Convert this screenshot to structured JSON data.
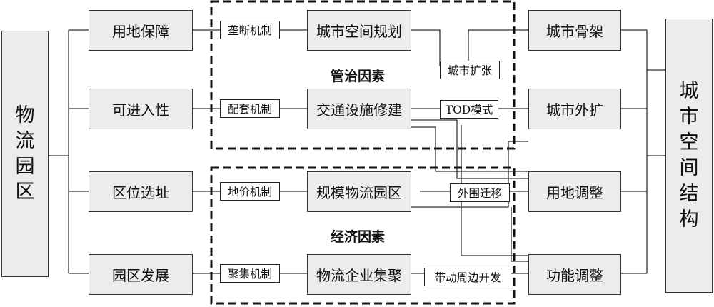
{
  "left_box": [
    "物",
    "流",
    "园",
    "区"
  ],
  "right_box": [
    "城",
    "市",
    "空",
    "间",
    "结",
    "构"
  ],
  "drivers": [
    "用地保障",
    "可进入性",
    "区位选址",
    "园区发展"
  ],
  "mechanisms": [
    "垄断机制",
    "配套机制",
    "地价机制",
    "聚集机制"
  ],
  "actions": [
    "城市空间规划",
    "交通设施修建",
    "规模物流园区",
    "物流企业集聚"
  ],
  "factors": {
    "governance": "管治因素",
    "economic": "经济因素"
  },
  "outcomes": [
    "城市骨架",
    "城市外扩",
    "用地调整",
    "功能调整"
  ],
  "effects": [
    "城市扩张",
    "TOD模式",
    "外围迁移",
    "带动周边开发"
  ]
}
